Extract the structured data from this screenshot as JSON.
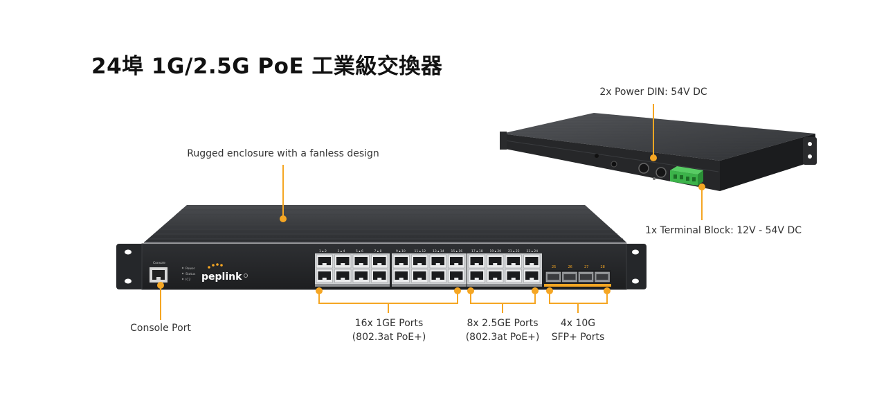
{
  "page": {
    "title": "24埠 1G/2.5G PoE 工業級交換器"
  },
  "callouts": {
    "power_din": "2x Power DIN: 54V DC",
    "terminal_block": "1x Terminal Block: 12V - 54V DC",
    "enclosure": "Rugged enclosure with a fanless design",
    "console": "Console Port",
    "ge_ports_line1": "16x 1GE Ports",
    "ge_ports_line2": "(802.3at PoE+)",
    "ge25_ports_line1": "8x 2.5GE Ports",
    "ge25_ports_line2": "(802.3at PoE+)",
    "sfp_line1": "4x 10G",
    "sfp_line2": "SFP+ Ports"
  },
  "device": {
    "brand": "peplink",
    "console_label": "Console",
    "leds": [
      "Power",
      "Status",
      "IC2"
    ],
    "port_groups": [
      "1 ▴ 2",
      "3 ▴ 4",
      "5 ▴ 6",
      "7 ▴ 8",
      "9 ▴ 10",
      "11 ▴ 12",
      "13 ▴ 14",
      "15 ▴ 16",
      "17 ▴ 18",
      "19 ▴ 20",
      "21 ▴ 22",
      "23 ▴ 24"
    ],
    "sfp_numbers": [
      "25",
      "26",
      "27",
      "28"
    ]
  },
  "colors": {
    "accent": "#f5a623",
    "chassis": "#2b2d30",
    "chassis_top": "#3a3c40",
    "terminal": "#3cb34a"
  }
}
